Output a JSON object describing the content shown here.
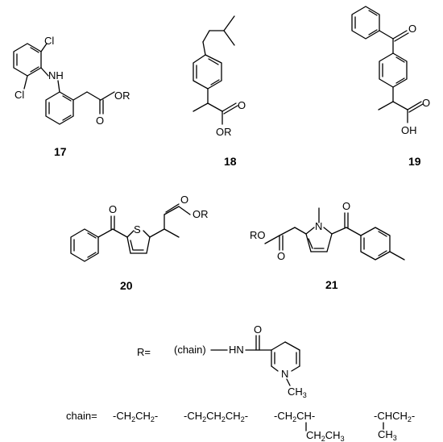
{
  "compounds": [
    {
      "label": "17",
      "atoms": {
        "cl_top": "Cl",
        "cl_bottom": "Cl",
        "nh": "NH",
        "or": "OR",
        "o": "O"
      }
    },
    {
      "label": "18",
      "atoms": {
        "o": "O",
        "or": "OR"
      }
    },
    {
      "label": "19",
      "atoms": {
        "o_ketone": "O",
        "o_acid": "O",
        "oh": "OH"
      }
    },
    {
      "label": "20",
      "atoms": {
        "o_ketone": "O",
        "s": "S",
        "o": "O",
        "or": "OR"
      }
    },
    {
      "label": "21",
      "atoms": {
        "n": "N",
        "o_ketone": "O",
        "ro": "RO",
        "o": "O"
      }
    }
  ],
  "r_group": {
    "label": "R=",
    "chain": "(chain)",
    "hn": "HN",
    "o": "O",
    "n": "N",
    "ch3": "CH",
    "ch3_sub": "3"
  },
  "chains": {
    "label": "chain=",
    "items": [
      {
        "parts": [
          "-CH",
          "2",
          "CH",
          "2",
          "-"
        ]
      },
      {
        "parts": [
          "-CH",
          "2",
          "CH",
          "2",
          "CH",
          "2",
          "-"
        ]
      },
      {
        "parts": [
          "-CH",
          "2",
          "CH-"
        ],
        "branch": [
          "CH",
          "2",
          "CH",
          "3"
        ]
      },
      {
        "parts": [
          "-CHCH",
          "2",
          "-"
        ],
        "branch": [
          "CH",
          "3"
        ]
      }
    ]
  }
}
